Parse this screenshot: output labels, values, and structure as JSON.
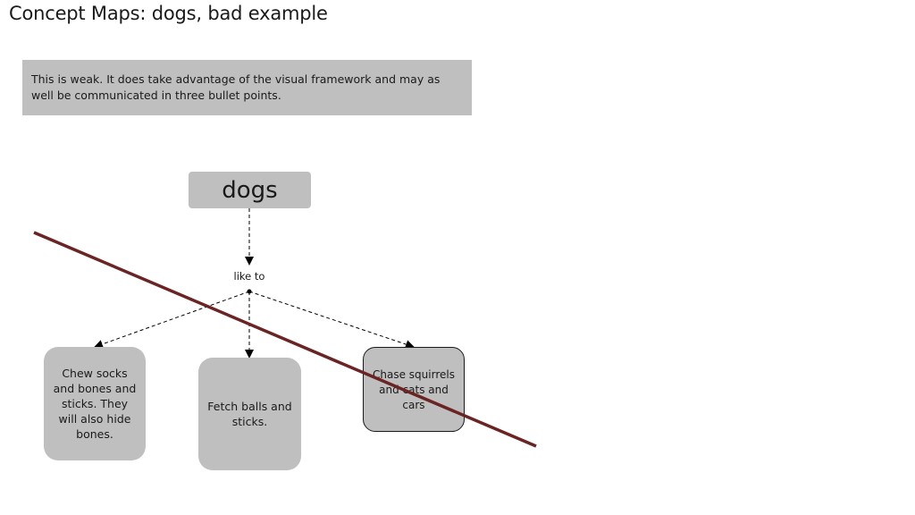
{
  "title": "Concept Maps: dogs, bad example",
  "note": {
    "text": "This is weak. It does take advantage of the visual framework and may as well be communicated in three bullet points."
  },
  "map": {
    "root": {
      "label": "dogs"
    },
    "link_label": "like to",
    "leaves": [
      {
        "label": "Chew socks and bones and sticks. They will also hide bones."
      },
      {
        "label": "Fetch balls and sticks."
      },
      {
        "label": "Chase squirrels and cats and cars"
      }
    ]
  },
  "colors": {
    "box_fill": "#bfbfbf",
    "strike_line": "#6b2424",
    "text": "#1a1a1a"
  }
}
